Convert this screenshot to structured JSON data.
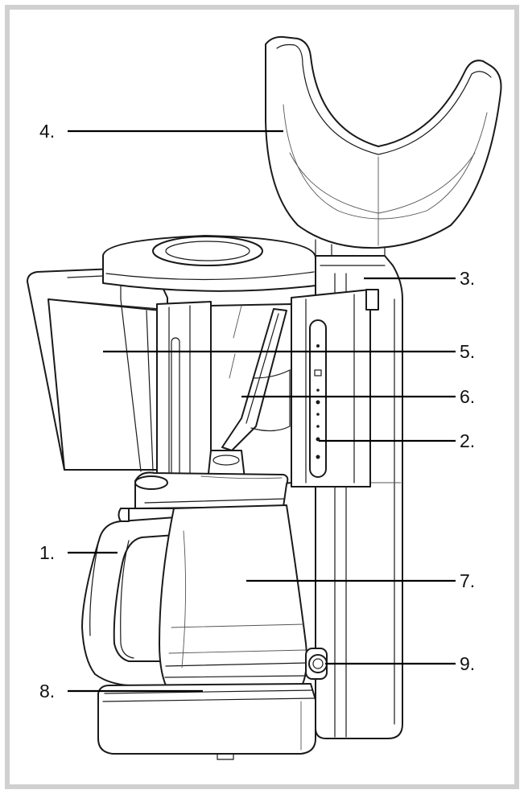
{
  "colors": {
    "frame": "#d0d0d0",
    "line": "#1a1a1a",
    "background": "#ffffff"
  },
  "callouts": [
    {
      "id": "1",
      "label": "1.",
      "part": "carafe-handle"
    },
    {
      "id": "2",
      "label": "2.",
      "part": "control-panel"
    },
    {
      "id": "3",
      "label": "3.",
      "part": "water-tank"
    },
    {
      "id": "4",
      "label": "4.",
      "part": "tank-lid"
    },
    {
      "id": "5",
      "label": "5.",
      "part": "filter-holder"
    },
    {
      "id": "6",
      "label": "6.",
      "part": "water-level-window"
    },
    {
      "id": "7",
      "label": "7.",
      "part": "glass-carafe"
    },
    {
      "id": "8",
      "label": "8.",
      "part": "warming-plate"
    },
    {
      "id": "9",
      "label": "9.",
      "part": "power-switch"
    }
  ]
}
